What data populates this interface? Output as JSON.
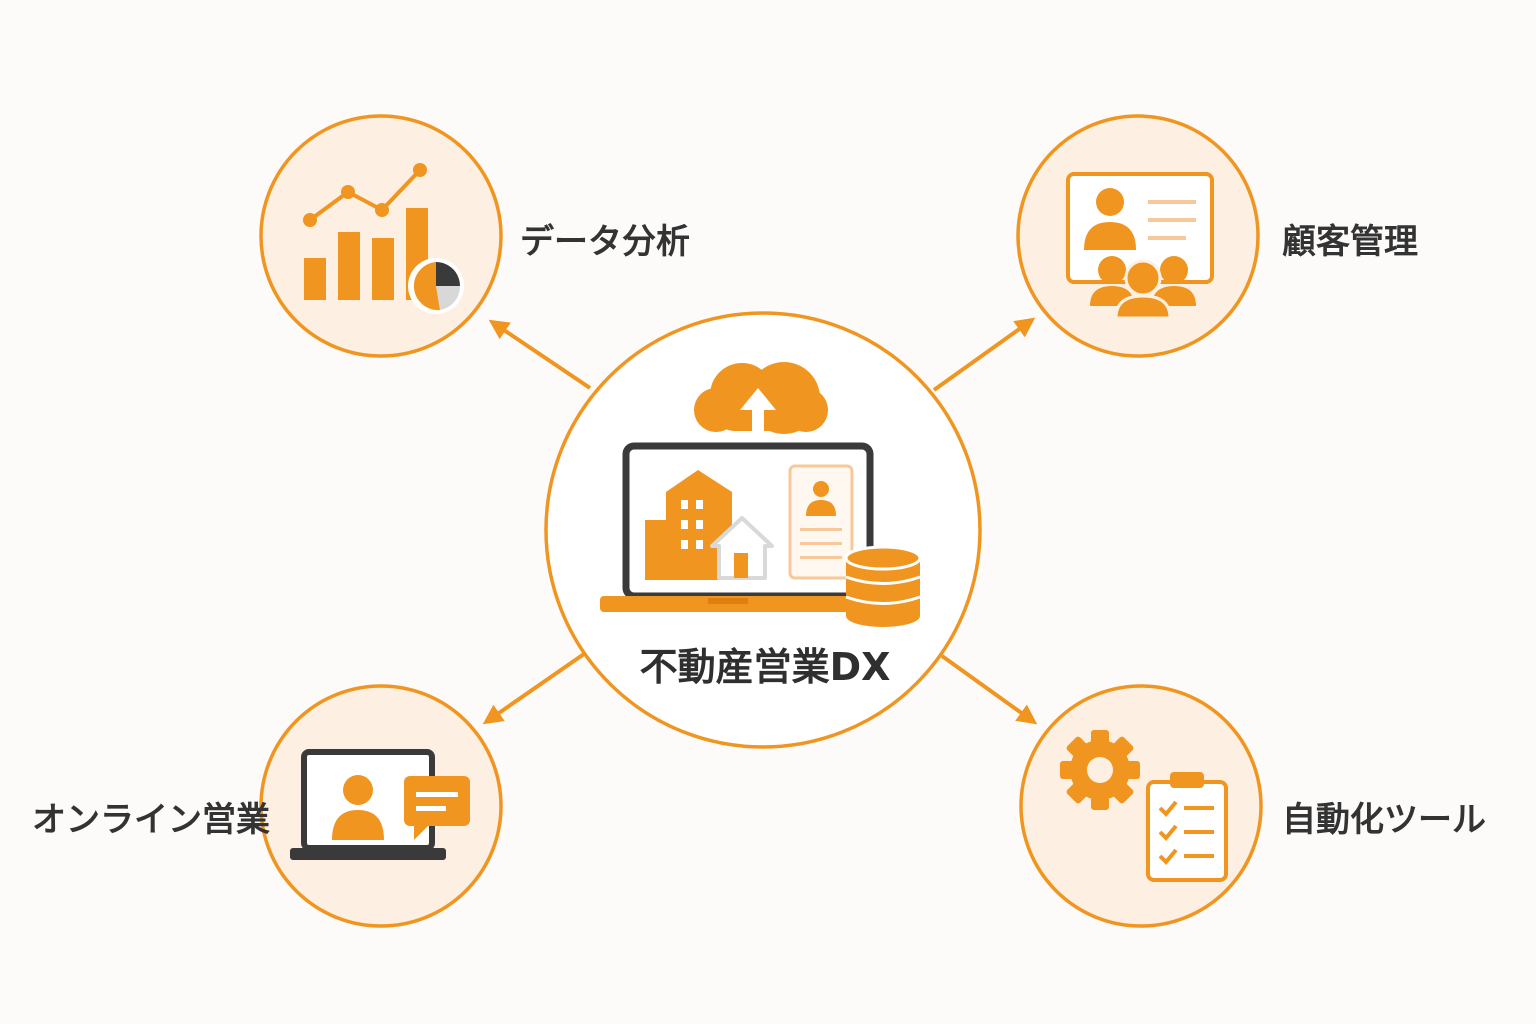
{
  "center": {
    "title": "不動産営業DX"
  },
  "nodes": [
    {
      "id": "data-analysis",
      "label": "データ分析",
      "icon": "analytics-chart-icon"
    },
    {
      "id": "customer-management",
      "label": "顧客管理",
      "icon": "customer-profile-icon"
    },
    {
      "id": "online-sales",
      "label": "オンライン営業",
      "icon": "video-call-icon"
    },
    {
      "id": "automation-tools",
      "label": "自動化ツール",
      "icon": "gear-checklist-icon"
    }
  ],
  "colors": {
    "accent": "#f0951f",
    "accent_light": "#fdf0e2",
    "accent_pale": "#f7c99a",
    "dark": "#3a3a3a",
    "background": "#fcfbf9"
  }
}
